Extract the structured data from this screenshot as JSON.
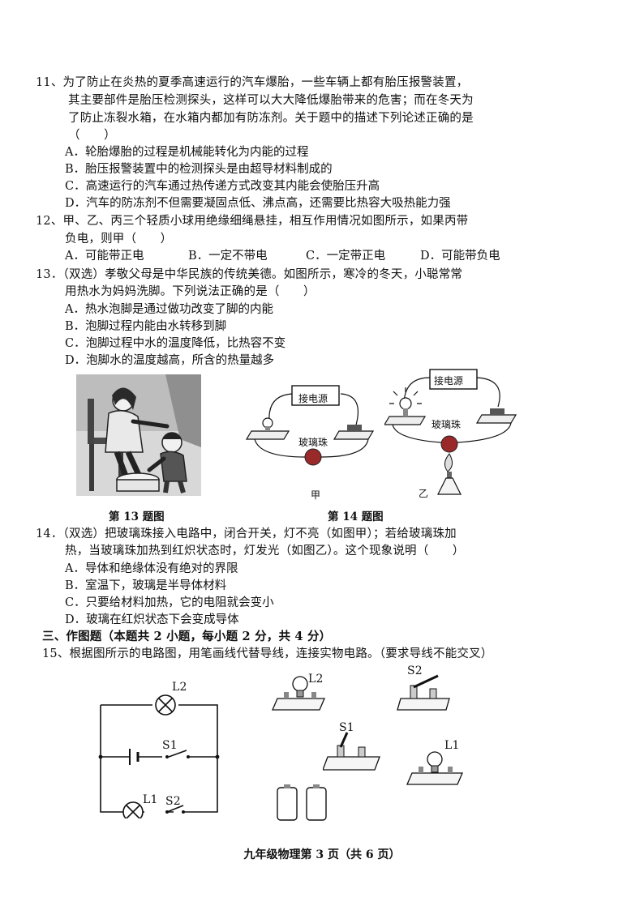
{
  "q11": {
    "lines": [
      "11、为了防止在炎热的夏季高速运行的汽车爆胎，一些车辆上都有胎压报警装置，",
      "其主要部件是胎压检测探头，这样可以大大降低爆胎带来的危害；而在冬天为",
      "了防止冻裂水箱，在水箱内都加有防冻剂。关于题中的描述下列论述正确的是",
      "（　　）"
    ],
    "options": [
      "A．轮胎爆胎的过程是机械能转化为内能的过程",
      "B．胎压报警装置中的检测探头是由超导材料制成的",
      "C．高速运行的汽车通过热传递方式改变其内能会使胎压升高",
      "D．汽车的防冻剂不但需要凝固点低、沸点高，还需要比热容大吸热能力强"
    ]
  },
  "q12": {
    "lines": [
      "12、甲、乙、丙三个轻质小球用绝缘细绳悬挂，相互作用情况如图所示，如果丙带",
      "负电，则甲（　　）"
    ],
    "options": [
      "A．可能带正电",
      "B．一定不带电",
      "C．一定带正电",
      "D．可能带负电"
    ]
  },
  "q13": {
    "lines": [
      "13．（双选）孝敬父母是中华民族的传统美德。如图所示，寒冷的冬天，小聪常常",
      "用热水为妈妈洗脚。下列说法正确的是（　　）"
    ],
    "options": [
      "A．热水泡脚是通过做功改变了脚的内能",
      "B．泡脚过程内能由水转移到脚",
      "C．泡脚过程中水的温度降低，比热容不变",
      "D．泡脚水的温度越高，所含的热量越多"
    ]
  },
  "figures": {
    "fig13_caption": "第 13 题图",
    "fig14_caption": "第 14 题图",
    "power_label": "接电源",
    "bead_label": "玻璃珠",
    "label_jia": "甲",
    "label_yi": "乙"
  },
  "q14": {
    "lines": [
      "14．（双选）把玻璃珠接入电路中，闭合开关，灯不亮（如图甲）；若给玻璃珠加",
      "热，当玻璃珠加热到红炽状态时，灯发光（如图乙）。这个现象说明（　　）"
    ],
    "options": [
      "A．导体和绝缘体没有绝对的界限",
      "B．室温下，玻璃是半导体材料",
      "C．只要给材料加热，它的电阻就会变小",
      "D．玻璃在红炽状态下会变成导体"
    ]
  },
  "section3": "三、作图题（本题共 2 小题，每小题 2 分，共 4 分）",
  "q15": {
    "line": "15、根据图所示的电路图，用笔画线代替导线，连接实物电路。（要求导线不能交叉）",
    "L2": "L2",
    "L1": "L1",
    "S1": "S1",
    "S2": "S2"
  },
  "footer": "九年级物理第 3 页（共 6 页）"
}
